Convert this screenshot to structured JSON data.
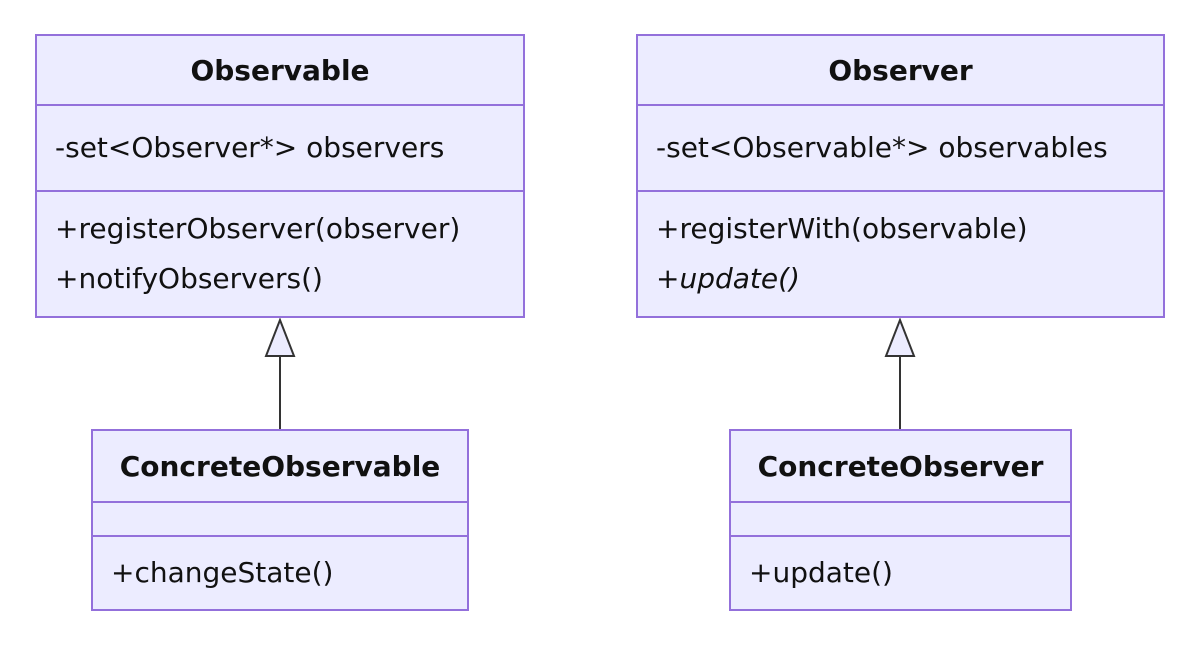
{
  "classes": {
    "observable": {
      "name": "Observable",
      "attributes": [
        "-set<Observer*> observers"
      ],
      "methods": [
        "+registerObserver(observer)",
        "+notifyObservers()"
      ]
    },
    "observer": {
      "name": "Observer",
      "attributes": [
        "-set<Observable*> observables"
      ],
      "methods": [
        "+registerWith(observable)",
        "+"
      ],
      "abstract_method": "update()"
    },
    "concrete_observable": {
      "name": "ConcreteObservable",
      "methods": [
        "+changeState()"
      ]
    },
    "concrete_observer": {
      "name": "ConcreteObserver",
      "methods": [
        "+update()"
      ]
    }
  },
  "relations": [
    {
      "from": "ConcreteObservable",
      "to": "Observable",
      "type": "inheritance"
    },
    {
      "from": "ConcreteObserver",
      "to": "Observer",
      "type": "inheritance"
    }
  ],
  "colors": {
    "box_fill": "#ECECFF",
    "box_stroke": "#9370DB",
    "edge": "#333333",
    "arrowhead_fill": "#ECECFF",
    "text": "#111111"
  }
}
